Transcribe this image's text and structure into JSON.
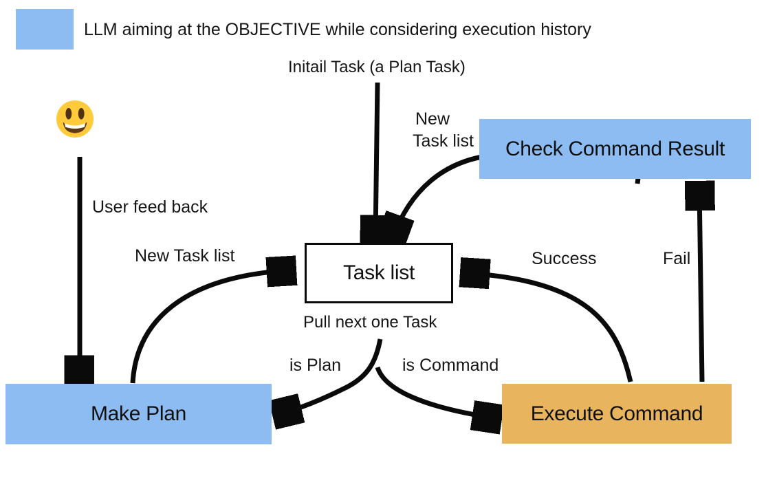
{
  "legend": {
    "label": "LLM aiming at the OBJECTIVE while considering execution history",
    "swatch_color": "#8cbcf2"
  },
  "nodes": {
    "task_list": {
      "label": "Task list",
      "fill": "#ffffff",
      "border": "#0a0a0a"
    },
    "check_command_result": {
      "label": "Check Command Result",
      "fill": "#8cbcf2"
    },
    "make_plan": {
      "label": "Make Plan",
      "fill": "#8cbcf2"
    },
    "execute_command": {
      "label": "Execute Command",
      "fill": "#e8b55e"
    }
  },
  "labels": {
    "initial_task": "Initail Task (a Plan Task)",
    "new_task_list_top_line1": "New",
    "new_task_list_top_line2": "Task list",
    "user_feedback": "User feed back",
    "new_task_list_left": "New Task list",
    "pull_next": "Pull next one Task",
    "is_plan": "is Plan",
    "is_command": "is Command",
    "success": "Success",
    "fail": "Fail"
  },
  "icons": {
    "user_emoji": "😃"
  },
  "colors": {
    "blue": "#8cbcf2",
    "orange": "#e8b55e",
    "line": "#0a0a0a",
    "emoji_face": "#ffcb3c"
  }
}
